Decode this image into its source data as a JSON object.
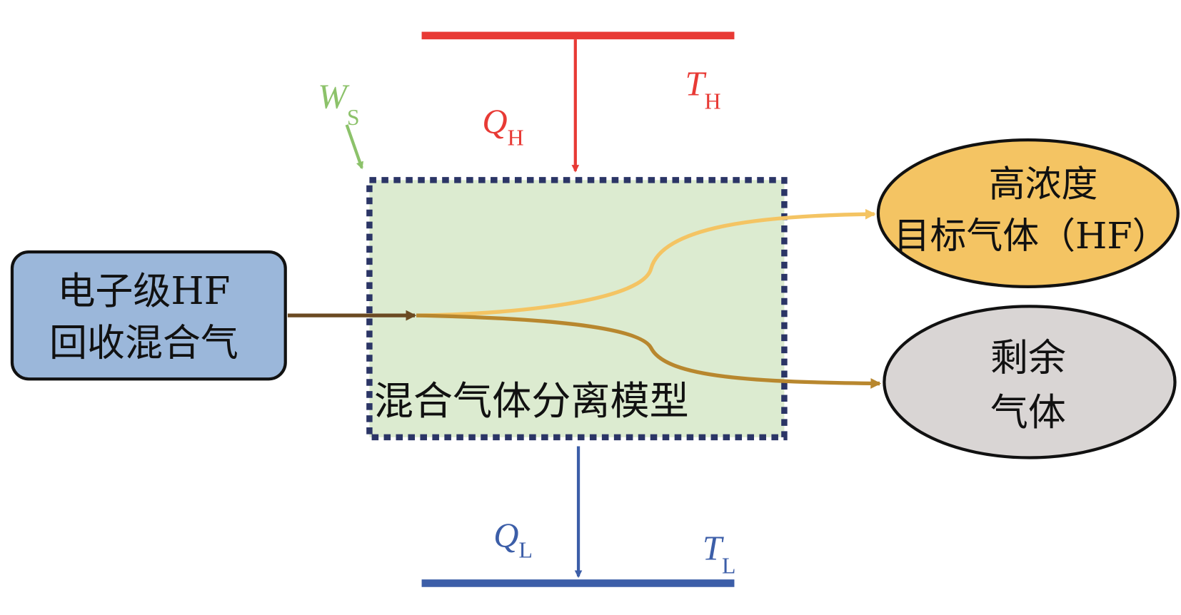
{
  "diagram": {
    "hot_reservoir": {
      "label": "T",
      "sub": "H",
      "color": "#e83a35"
    },
    "heat_in": {
      "label": "Q",
      "sub": "H",
      "color": "#e83a35"
    },
    "work": {
      "label": "W",
      "sub": "S",
      "color": "#8cc26a"
    },
    "cold_reservoir": {
      "label": "T",
      "sub": "L",
      "color": "#3c5ea8"
    },
    "heat_out": {
      "label": "Q",
      "sub": "L",
      "color": "#3c5ea8"
    },
    "input_box": {
      "line1": "电子级HF",
      "line2": "回收混合气",
      "color": "#9bb7da"
    },
    "model_box": {
      "label": "混合气体分离模型",
      "color": "#dcebd0",
      "border": "#2b3566"
    },
    "output_hf": {
      "line1": "高浓度",
      "line2": "目标气体（HF）",
      "color": "#f4c463",
      "arrow": "#f4c463"
    },
    "output_rest": {
      "line1": "剩余",
      "line2": "气体",
      "color": "#d9d5d4",
      "arrow": "#b8872e"
    },
    "input_arrow_color": "#6b4a22"
  }
}
